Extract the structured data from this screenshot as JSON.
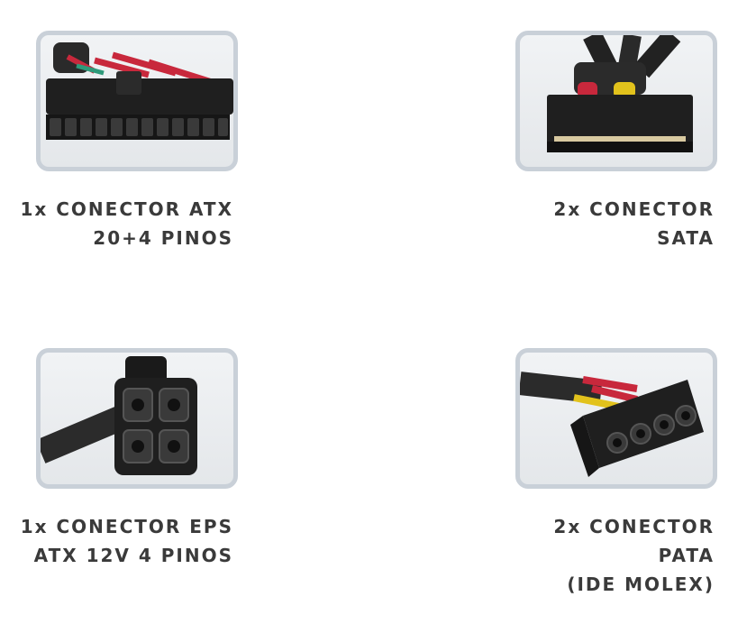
{
  "connectors": [
    {
      "lines": [
        "1x CONECTOR ATX",
        "20+4 PINOS"
      ],
      "icon": "atx-24pin-connector-icon"
    },
    {
      "lines": [
        "2x CONECTOR",
        "SATA"
      ],
      "icon": "sata-connector-icon"
    },
    {
      "lines": [
        "1x CONECTOR EPS",
        "ATX 12V 4 PINOS"
      ],
      "icon": "eps-4pin-connector-icon"
    },
    {
      "lines": [
        "2x CONECTOR",
        "PATA",
        "(IDE MOLEX)"
      ],
      "icon": "molex-connector-icon"
    }
  ],
  "colors": {
    "frame_border": "#c9d0d8",
    "caption_text": "#3a3a3a",
    "connector_body": "#1f1f1f",
    "wire_red": "#c8283c",
    "wire_yellow": "#e2c21c"
  }
}
